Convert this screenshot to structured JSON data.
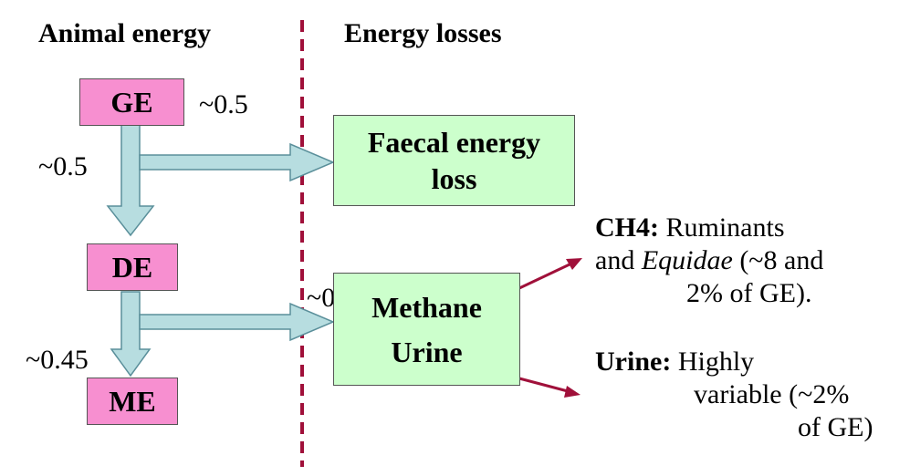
{
  "headings": {
    "left": "Animal energy",
    "right": "Energy losses"
  },
  "nodes": {
    "ge": "GE",
    "de": "DE",
    "me": "ME",
    "faecal_line1": "Faecal energy",
    "faecal_line2": "loss",
    "methane": "Methane",
    "urine": "Urine"
  },
  "ratios": {
    "ge_to_faecal": "~0.5",
    "ge_to_de": "~0.5",
    "de_to_me": "~0.45",
    "de_to_methane": "~0"
  },
  "notes": {
    "ch4": {
      "label": "CH4:",
      "line1": "Ruminants",
      "line2_pre": "and ",
      "line2_italic": "Equidae",
      "line2_post": " (~8 and",
      "line3": "2% of GE)."
    },
    "urine": {
      "label": "Urine:",
      "line1": "Highly",
      "line2": "variable (~2%",
      "line3": "of GE)"
    }
  },
  "colors": {
    "input_node": "#f78fd0",
    "loss_node": "#ccffcc",
    "flow_arrow": "#b7dde0",
    "divider": "#a0103a",
    "pointer_arrow": "#a0103a"
  }
}
